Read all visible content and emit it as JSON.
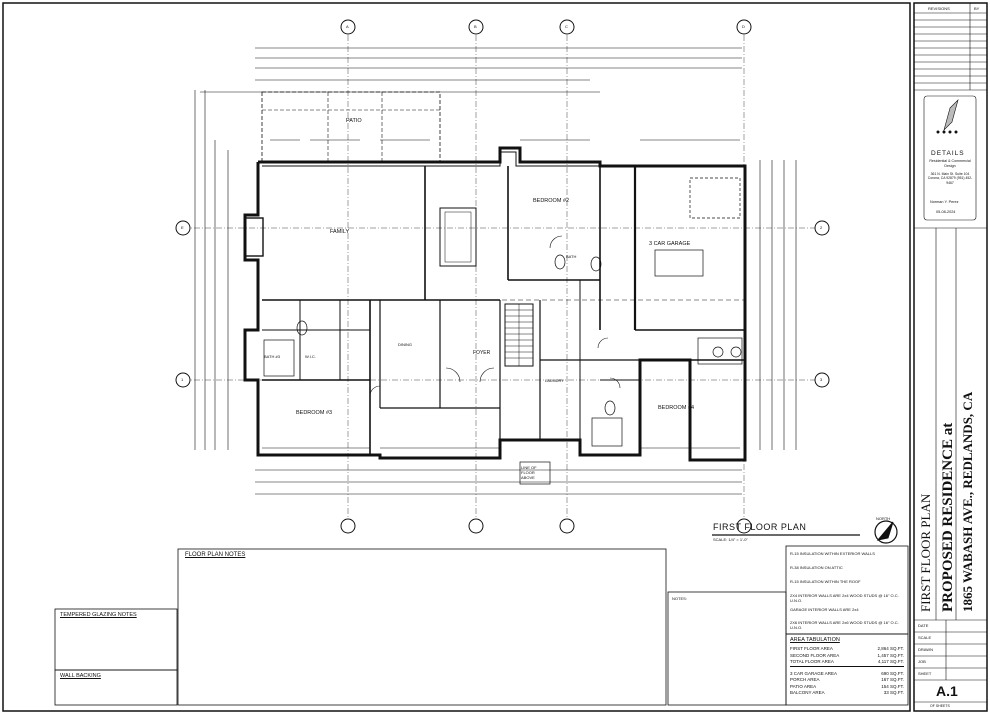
{
  "plan": {
    "title": "FIRST FLOOR PLAN",
    "scale": "SCALE: 1/4\" = 1'-0\"",
    "north_label": "NORTH",
    "grid_bubbles": [
      "A",
      "B",
      "C",
      "D",
      "E",
      "1",
      "2",
      "3"
    ],
    "rooms": [
      {
        "label": "PATIO"
      },
      {
        "label": "FAMILY"
      },
      {
        "label": "BEDROOM #2"
      },
      {
        "label": "3 CAR GARAGE"
      },
      {
        "label": "FOYER"
      },
      {
        "label": "BEDROOM #3"
      },
      {
        "label": "BEDROOM #4"
      },
      {
        "label": "DINING"
      },
      {
        "label": "BATH #3"
      },
      {
        "label": "W.I.C."
      },
      {
        "label": "BATH"
      },
      {
        "label": "LAUNDRY"
      },
      {
        "label": "LINE OF FLOOR ABOVE"
      }
    ]
  },
  "notes": {
    "floor_plan_notes_title": "FLOOR PLAN NOTES",
    "tempered_title": "TEMPERED GLAZING NOTES",
    "wall_backing_title": "WALL BACKING",
    "notes_title": "NOTES:",
    "area_title": "AREA TABULATION",
    "insulation": [
      "R-15 INSULATION WITHIN EXTERIOR WALLS",
      "R-38 INSULATION ON ATTIC ",
      "R-15 INSULATION WITHIN THE ROOF",
      "2X4 INTERIOR WALLS ARE 2x4 WOOD STUDS @ 16\" O.C. U.N.O.",
      "GARAGE INTERIOR WALLS ARE 2x4",
      "2X6 INTERIOR WALLS ARE 2x6 WOOD STUDS @ 16\" O.C. U.N.O."
    ]
  },
  "area_tabulation": [
    {
      "label": "FIRST FLOOR AREA",
      "value": "2,864 SQ.FT."
    },
    {
      "label": "SECOND FLOOR AREA",
      "value": "1,457 SQ.FT."
    },
    {
      "label": "TOTAL FLOOR AREA",
      "value": "4,117 SQ.FT."
    },
    {
      "label": "3 CAR GARAGE AREA",
      "value": "690 SQ.FT."
    },
    {
      "label": "PORCH AREA",
      "value": "167 SQ.FT."
    },
    {
      "label": "PATIO AREA",
      "value": "154 SQ.FT."
    },
    {
      "label": "BALCONY AREA",
      "value": "33 SQ.FT."
    }
  ],
  "title_block": {
    "revisions": "REVISIONS",
    "by": "BY",
    "firm_name": "DETAILS",
    "firm_sub": "Residential & Commercial Design",
    "firm_address": "361 N. Main St. Suite 104 Corona, CA 92879 (951) 452-9467",
    "designer": "Norman Y. Perez",
    "date": "05-08-2024",
    "sheet_title": "FIRST FLOOR PLAN",
    "project_name": "PROPOSED RESIDENCE at",
    "project_address": "1865 WABASH AVE., REDLANDS, CA",
    "meta_labels": [
      "DATE",
      "SCALE",
      "DRAWN",
      "JOB",
      "SHEET"
    ],
    "sheet_number": "A.1",
    "of_sheets": "OF SHEETS"
  }
}
